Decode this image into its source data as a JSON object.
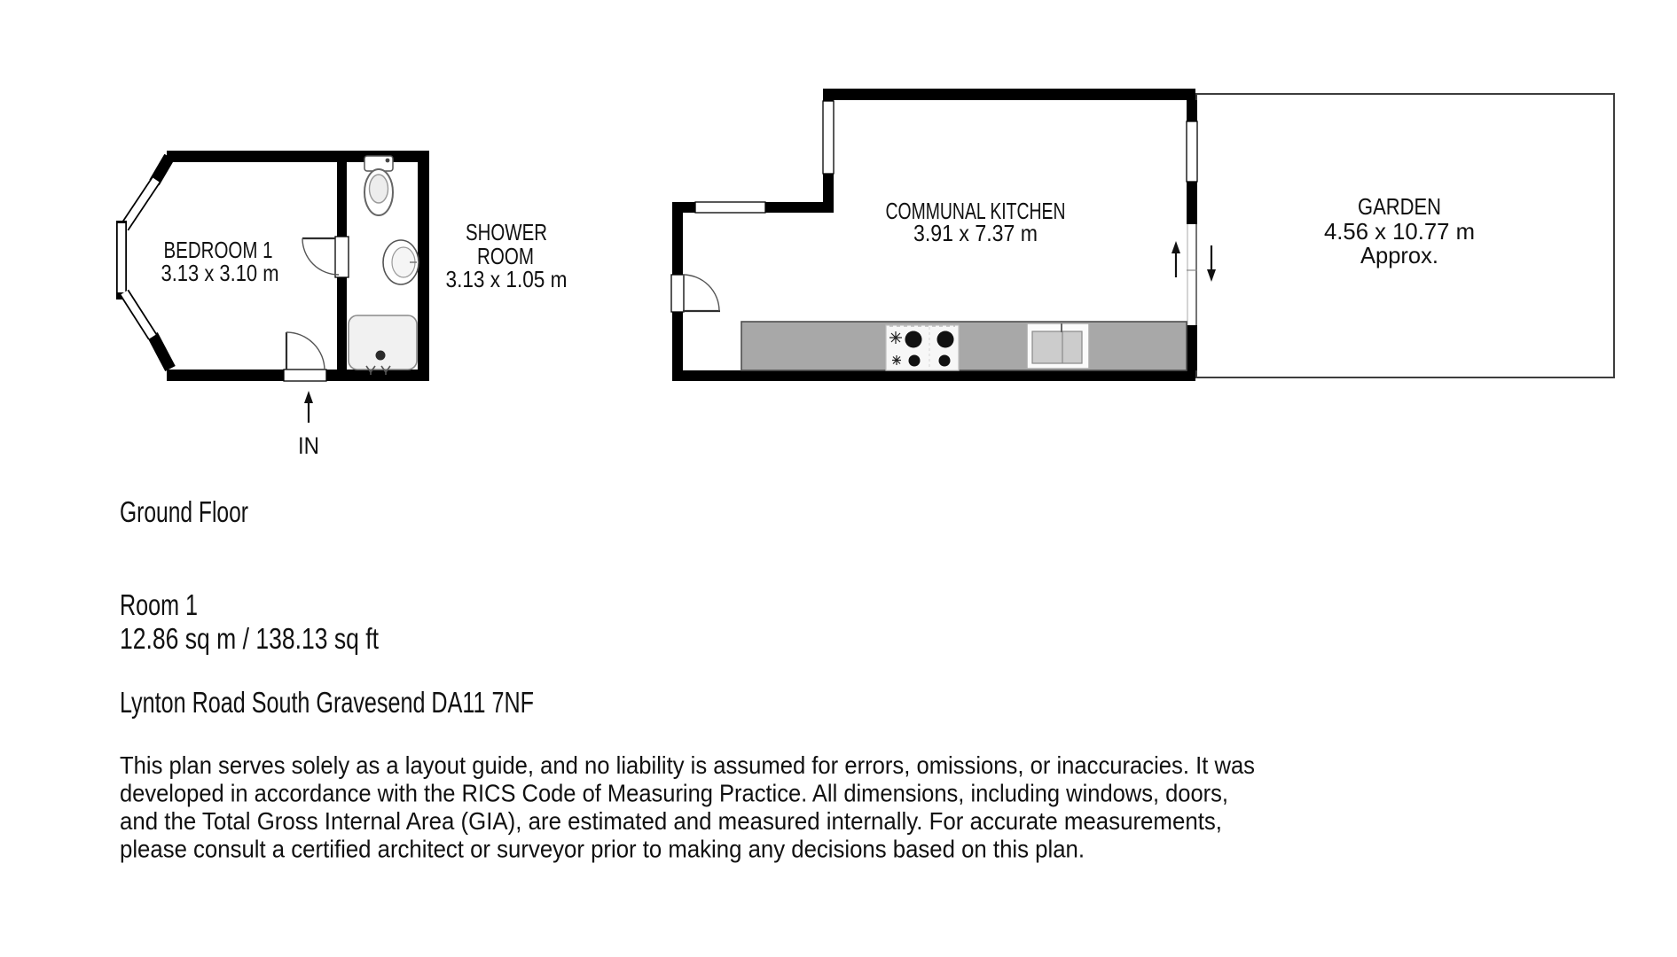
{
  "plan": {
    "bedroom": {
      "name": "BEDROOM 1",
      "dims": "3.13 x 3.10 m"
    },
    "shower": {
      "line1": "SHOWER",
      "line2": "ROOM",
      "dims": "3.13 x 1.05 m"
    },
    "kitchen": {
      "name": "COMMUNAL KITCHEN",
      "dims": "3.91 x 7.37 m"
    },
    "garden": {
      "name": "GARDEN",
      "dims": "4.56 x 10.77 m",
      "approx": "Approx."
    },
    "entrance": {
      "label": "IN"
    }
  },
  "info": {
    "floor": "Ground Floor",
    "room": "Room 1",
    "area": "12.86 sq m / 138.13 sq ft",
    "address": "Lynton Road South Gravesend DA11 7NF",
    "disclaimer": [
      "This plan serves solely as a layout guide, and no liability is assumed for errors, omissions, or inaccuracies. It was",
      "developed in accordance with the RICS Code of Measuring Practice. All dimensions, including windows, doors,",
      "and the Total Gross Internal Area (GIA), are estimated and measured internally. For accurate measurements,",
      "please consult a certified architect or surveyor prior to making any decisions based on this plan."
    ]
  },
  "colors": {
    "wall": "#000000",
    "counter": "#a8a8a8",
    "counter_border": "#4f4f4f",
    "garden_border": "#3d3d3d",
    "fixture_fill": "#f1f1f1",
    "text": "#111111"
  }
}
